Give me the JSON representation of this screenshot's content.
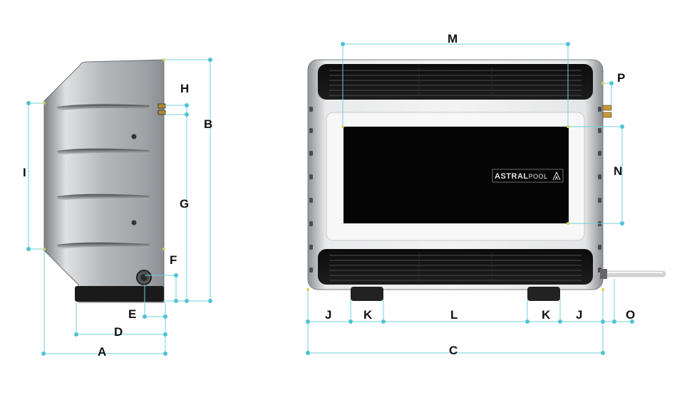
{
  "brand": {
    "logo_text_bold": "ASTRAL",
    "logo_text_light": "POOL"
  },
  "dimension_labels": {
    "A": "A",
    "B": "B",
    "C": "C",
    "D": "D",
    "E": "E",
    "F": "F",
    "G": "G",
    "H": "H",
    "I": "I",
    "J_left": "J",
    "J_right": "J",
    "K_left": "K",
    "K_right": "K",
    "L": "L",
    "M": "M",
    "N": "N",
    "O": "O",
    "P": "P"
  },
  "colors": {
    "dimension_line": "#6fd0dc",
    "dimension_dot": "#4ec3d3",
    "body_silver": "#c9cbce",
    "panel_black": "#050505"
  }
}
